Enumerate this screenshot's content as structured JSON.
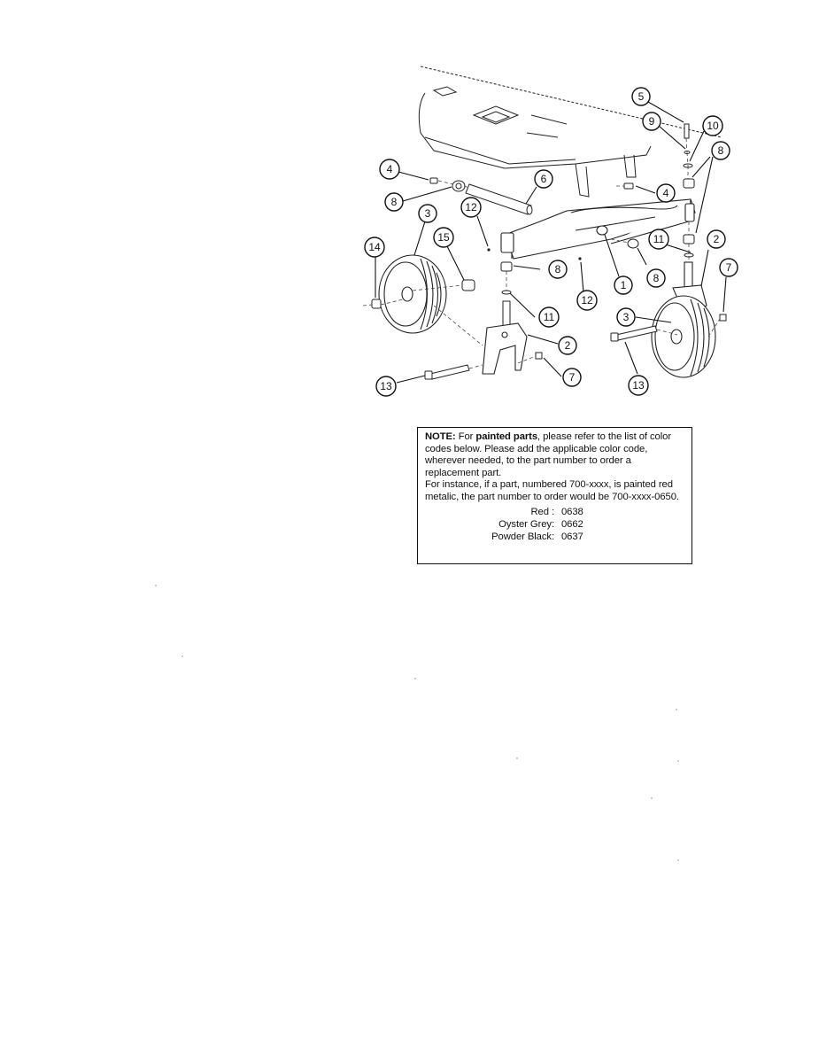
{
  "diagram": {
    "callouts": [
      {
        "id": "c5",
        "label": "5"
      },
      {
        "id": "c9",
        "label": "9"
      },
      {
        "id": "c10",
        "label": "10"
      },
      {
        "id": "c8a",
        "label": "8"
      },
      {
        "id": "c4a",
        "label": "4"
      },
      {
        "id": "c6",
        "label": "6"
      },
      {
        "id": "c4b",
        "label": "4"
      },
      {
        "id": "c8b",
        "label": "8"
      },
      {
        "id": "c3a",
        "label": "3"
      },
      {
        "id": "c12a",
        "label": "12"
      },
      {
        "id": "c15",
        "label": "15"
      },
      {
        "id": "c14",
        "label": "14"
      },
      {
        "id": "c11a",
        "label": "11"
      },
      {
        "id": "c2a",
        "label": "2"
      },
      {
        "id": "c8c",
        "label": "8"
      },
      {
        "id": "c7a",
        "label": "7"
      },
      {
        "id": "c1",
        "label": "1"
      },
      {
        "id": "c8d",
        "label": "8"
      },
      {
        "id": "c12b",
        "label": "12"
      },
      {
        "id": "c11b",
        "label": "11"
      },
      {
        "id": "c3b",
        "label": "3"
      },
      {
        "id": "c2b",
        "label": "2"
      },
      {
        "id": "c7b",
        "label": "7"
      },
      {
        "id": "c13a",
        "label": "13"
      },
      {
        "id": "c13b",
        "label": "13"
      }
    ]
  },
  "note": {
    "label": "NOTE:",
    "text_1": " For ",
    "emphasis": "painted parts",
    "text_2": ", please refer to the list of color codes below. Please add the applicable color code, wherever needed, to the part number to order a replacement part.",
    "example": "For instance, if a part, numbered 700-xxxx, is painted red metalic, the part number to order would be 700-xxxx-0650.",
    "color_codes": [
      {
        "name": "Red :",
        "code": "0638"
      },
      {
        "name": "Oyster Grey:",
        "code": "0662"
      },
      {
        "name": "Powder Black:",
        "code": "0637"
      }
    ]
  }
}
